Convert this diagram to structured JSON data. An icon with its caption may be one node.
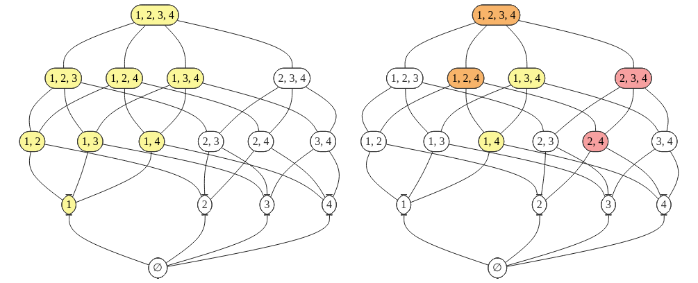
{
  "diagram": {
    "nodes": [
      {
        "text": [
          "1, 2, 3, 4"
        ]
      },
      {
        "text": [
          "1, 2, 3"
        ]
      },
      {
        "text": [
          "1, 2, 4"
        ]
      },
      {
        "text": [
          "1, 3, 4"
        ]
      },
      {
        "text": [
          "2, 3, 4"
        ]
      },
      {
        "text": [
          "1, 2"
        ]
      },
      {
        "text": [
          "1, 3"
        ]
      },
      {
        "text": [
          "1, 4"
        ]
      },
      {
        "text": [
          "2, 3"
        ]
      },
      {
        "text": [
          "2, 4"
        ]
      },
      {
        "text": [
          "3, 4"
        ]
      },
      {
        "text": [
          "1"
        ]
      },
      {
        "text": [
          "2"
        ]
      },
      {
        "text": [
          "3"
        ]
      },
      {
        "text": [
          "4"
        ]
      },
      {
        "text": [
          "∅"
        ]
      },
      {
        "text": [
          "1, 2, 3, 4"
        ]
      },
      {
        "text": [
          "1, 2, 3"
        ]
      },
      {
        "text": [
          "1, 2, 4"
        ]
      },
      {
        "text": [
          "1, 3, 4"
        ]
      },
      {
        "text": [
          "2, 3, 4"
        ]
      },
      {
        "text": [
          "1, 2"
        ]
      },
      {
        "text": [
          "1, 3"
        ]
      },
      {
        "text": [
          "1, 4"
        ]
      },
      {
        "text": [
          "2, 3"
        ]
      },
      {
        "text": [
          "2, 4"
        ]
      },
      {
        "text": [
          "3, 4"
        ]
      },
      {
        "text": [
          "1"
        ]
      },
      {
        "text": [
          "2"
        ]
      },
      {
        "text": [
          "3"
        ]
      },
      {
        "text": [
          "4"
        ]
      },
      {
        "text": [
          "∅"
        ]
      }
    ],
    "edges": [
      {
        "from": 0,
        "to": 1,
        "arrow": "none"
      },
      {
        "from": 0,
        "to": 2,
        "arrow": "none"
      },
      {
        "from": 0,
        "to": 3,
        "arrow": "none"
      },
      {
        "from": 0,
        "to": 4,
        "arrow": "none"
      },
      {
        "from": 1,
        "to": 5,
        "arrow": "none"
      },
      {
        "from": 1,
        "to": 6,
        "arrow": "none"
      },
      {
        "from": 1,
        "to": 8,
        "arrow": "none"
      },
      {
        "from": 2,
        "to": 5,
        "arrow": "none"
      },
      {
        "from": 2,
        "to": 7,
        "arrow": "none"
      },
      {
        "from": 2,
        "to": 9,
        "arrow": "none"
      },
      {
        "from": 3,
        "to": 6,
        "arrow": "none"
      },
      {
        "from": 3,
        "to": 7,
        "arrow": "none"
      },
      {
        "from": 3,
        "to": 10,
        "arrow": "none"
      },
      {
        "from": 4,
        "to": 8,
        "arrow": "none"
      },
      {
        "from": 4,
        "to": 9,
        "arrow": "none"
      },
      {
        "from": 4,
        "to": 10,
        "arrow": "none"
      },
      {
        "from": 5,
        "to": 11,
        "arrow": "none"
      },
      {
        "from": 5,
        "to": 12,
        "arrow": "none"
      },
      {
        "from": 6,
        "to": 11,
        "arrow": "none"
      },
      {
        "from": 6,
        "to": 13,
        "arrow": "none"
      },
      {
        "from": 7,
        "to": 11,
        "arrow": "none"
      },
      {
        "from": 7,
        "to": 14,
        "arrow": "none"
      },
      {
        "from": 8,
        "to": 12,
        "arrow": "none"
      },
      {
        "from": 8,
        "to": 13,
        "arrow": "none"
      },
      {
        "from": 9,
        "to": 12,
        "arrow": "none"
      },
      {
        "from": 9,
        "to": 14,
        "arrow": "none"
      },
      {
        "from": 10,
        "to": 13,
        "arrow": "none"
      },
      {
        "from": 10,
        "to": 14,
        "arrow": "none"
      },
      {
        "from": 11,
        "to": 15,
        "arrow": "none"
      },
      {
        "from": 12,
        "to": 15,
        "arrow": "none"
      },
      {
        "from": 13,
        "to": 15,
        "arrow": "none"
      },
      {
        "from": 14,
        "to": 15,
        "arrow": "none"
      },
      {
        "from": 16,
        "to": 17,
        "arrow": "none"
      },
      {
        "from": 16,
        "to": 18,
        "arrow": "none"
      },
      {
        "from": 16,
        "to": 19,
        "arrow": "none"
      },
      {
        "from": 16,
        "to": 20,
        "arrow": "none"
      },
      {
        "from": 17,
        "to": 21,
        "arrow": "none"
      },
      {
        "from": 17,
        "to": 22,
        "arrow": "none"
      },
      {
        "from": 17,
        "to": 24,
        "arrow": "none"
      },
      {
        "from": 18,
        "to": 21,
        "arrow": "none"
      },
      {
        "from": 18,
        "to": 23,
        "arrow": "none"
      },
      {
        "from": 18,
        "to": 25,
        "arrow": "none"
      },
      {
        "from": 19,
        "to": 22,
        "arrow": "none"
      },
      {
        "from": 19,
        "to": 23,
        "arrow": "none"
      },
      {
        "from": 19,
        "to": 26,
        "arrow": "none"
      },
      {
        "from": 20,
        "to": 24,
        "arrow": "none"
      },
      {
        "from": 20,
        "to": 25,
        "arrow": "none"
      },
      {
        "from": 20,
        "to": 26,
        "arrow": "none"
      },
      {
        "from": 21,
        "to": 27,
        "arrow": "none"
      },
      {
        "from": 21,
        "to": 28,
        "arrow": "none"
      },
      {
        "from": 22,
        "to": 27,
        "arrow": "none"
      },
      {
        "from": 22,
        "to": 29,
        "arrow": "none"
      },
      {
        "from": 23,
        "to": 27,
        "arrow": "none"
      },
      {
        "from": 23,
        "to": 30,
        "arrow": "none"
      },
      {
        "from": 24,
        "to": 28,
        "arrow": "none"
      },
      {
        "from": 24,
        "to": 29,
        "arrow": "none"
      },
      {
        "from": 25,
        "to": 28,
        "arrow": "none"
      },
      {
        "from": 25,
        "to": 30,
        "arrow": "none"
      },
      {
        "from": 26,
        "to": 29,
        "arrow": "none"
      },
      {
        "from": 26,
        "to": 30,
        "arrow": "none"
      },
      {
        "from": 27,
        "to": 31,
        "arrow": "none"
      },
      {
        "from": 28,
        "to": 31,
        "arrow": "none"
      },
      {
        "from": 29,
        "to": 31,
        "arrow": "none"
      },
      {
        "from": 30,
        "to": 31,
        "arrow": "none"
      }
    ]
  }
}
